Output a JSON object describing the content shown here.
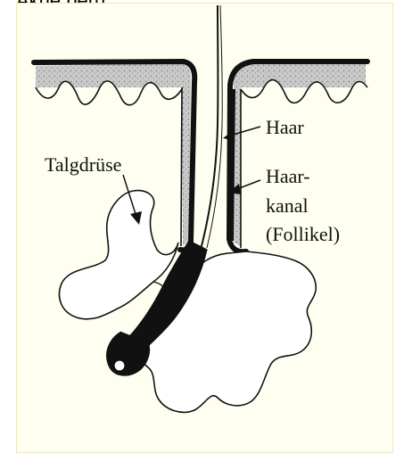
{
  "header": {
    "top_text": "Akne beru."
  },
  "diagram": {
    "labels": {
      "sebaceous_gland": "Talgdrüse",
      "hair": "Haar",
      "hair_canal_line1": "Haar-",
      "hair_canal_line2": "kanal",
      "follicle": "(Follikel)"
    },
    "colors": {
      "background": "#fffff1",
      "frame_border": "#f2e7a0",
      "ink": "#111111",
      "skin_shading": "#b9b9b9"
    }
  }
}
